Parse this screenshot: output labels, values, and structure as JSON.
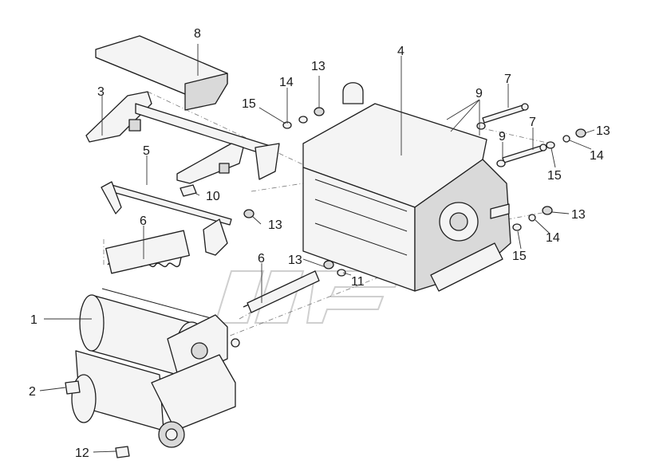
{
  "diagram": {
    "callouts": [
      {
        "id": "c1",
        "text": "1"
      },
      {
        "id": "c2",
        "text": "2"
      },
      {
        "id": "c3",
        "text": "3"
      },
      {
        "id": "c4",
        "text": "4"
      },
      {
        "id": "c5",
        "text": "5"
      },
      {
        "id": "c6a",
        "text": "6"
      },
      {
        "id": "c6b",
        "text": "6"
      },
      {
        "id": "c7a",
        "text": "7"
      },
      {
        "id": "c7b",
        "text": "7"
      },
      {
        "id": "c8",
        "text": "8"
      },
      {
        "id": "c9a",
        "text": "9"
      },
      {
        "id": "c9b",
        "text": "9"
      },
      {
        "id": "c10",
        "text": "10"
      },
      {
        "id": "c11",
        "text": "11"
      },
      {
        "id": "c12",
        "text": "12"
      },
      {
        "id": "c13a",
        "text": "13"
      },
      {
        "id": "c13b",
        "text": "13"
      },
      {
        "id": "c13c",
        "text": "13"
      },
      {
        "id": "c13d",
        "text": "13"
      },
      {
        "id": "c13e",
        "text": "13"
      },
      {
        "id": "c14a",
        "text": "14"
      },
      {
        "id": "c14b",
        "text": "14"
      },
      {
        "id": "c14c",
        "text": "14"
      },
      {
        "id": "c15a",
        "text": "15"
      },
      {
        "id": "c15b",
        "text": "15"
      },
      {
        "id": "c15c",
        "text": "15"
      }
    ]
  }
}
